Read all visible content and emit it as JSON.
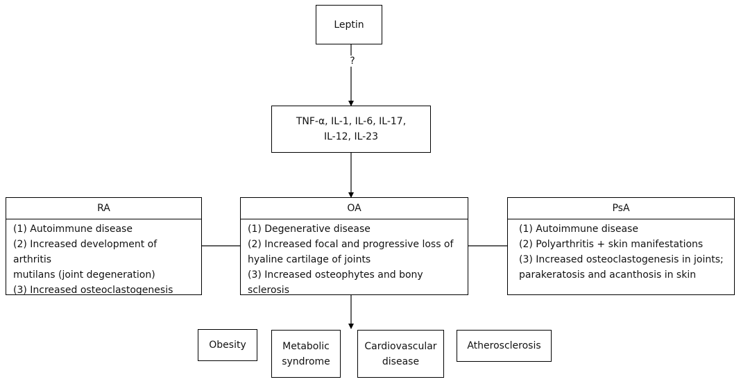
{
  "diagram": {
    "top_node": {
      "label": "Leptin"
    },
    "question_mark": "?",
    "cytokines": {
      "line1": "TNF-α, IL-1, IL-6, IL-17,",
      "line2": "IL-12, IL-23"
    },
    "panels": {
      "ra": {
        "title": "RA",
        "lines": [
          "(1) Autoimmune disease",
          "(2) Increased development of arthritis",
          "mutilans (joint degeneration)",
          "(3) Increased osteoclastogenesis"
        ]
      },
      "oa": {
        "title": "OA",
        "lines": [
          "(1) Degenerative disease",
          "(2) Increased focal and progressive loss of",
          "hyaline cartilage of joints",
          "(3) Increased osteophytes and bony  sclerosis"
        ]
      },
      "psa": {
        "title": "PsA",
        "lines": [
          "(1) Autoimmune disease",
          "(2) Polyarthritis + skin manifestations",
          "(3) Increased osteoclastogenesis in joints;",
          "parakeratosis and acanthosis in skin"
        ]
      }
    },
    "outcomes": {
      "obesity": {
        "lines": [
          "Obesity"
        ]
      },
      "metabolic": {
        "lines": [
          "Metabolic",
          "syndrome"
        ]
      },
      "cardiovascular": {
        "lines": [
          "Cardiovascular",
          "disease"
        ]
      },
      "atherosclerosis": {
        "lines": [
          "Atherosclerosis"
        ]
      }
    }
  }
}
